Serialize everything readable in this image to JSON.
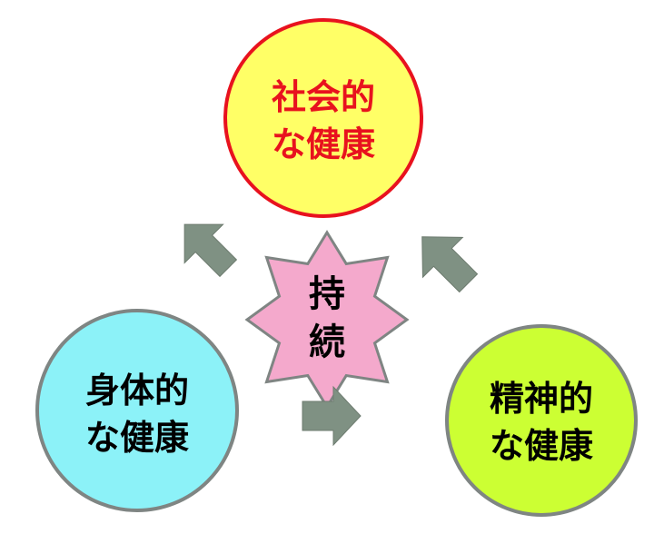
{
  "diagram": {
    "social": {
      "line1": "社会的",
      "line2": "な健康",
      "fill": "#FFFF66",
      "stroke": "#E8121E",
      "text_color": "#E8121E"
    },
    "physical": {
      "line1": "身体的",
      "line2": "な健康",
      "fill": "#8CF2F8",
      "stroke": "#7F8583",
      "text_color": "#000000"
    },
    "mental": {
      "line1": "精神的",
      "line2": "な健康",
      "fill": "#CCFF33",
      "stroke": "#7F8583",
      "text_color": "#000000"
    },
    "center": {
      "line1": "持",
      "line2": "続",
      "fill": "#F4A9CC",
      "stroke": "#7F8583",
      "text_color": "#000000"
    },
    "arrow_color": "#7F9183"
  }
}
